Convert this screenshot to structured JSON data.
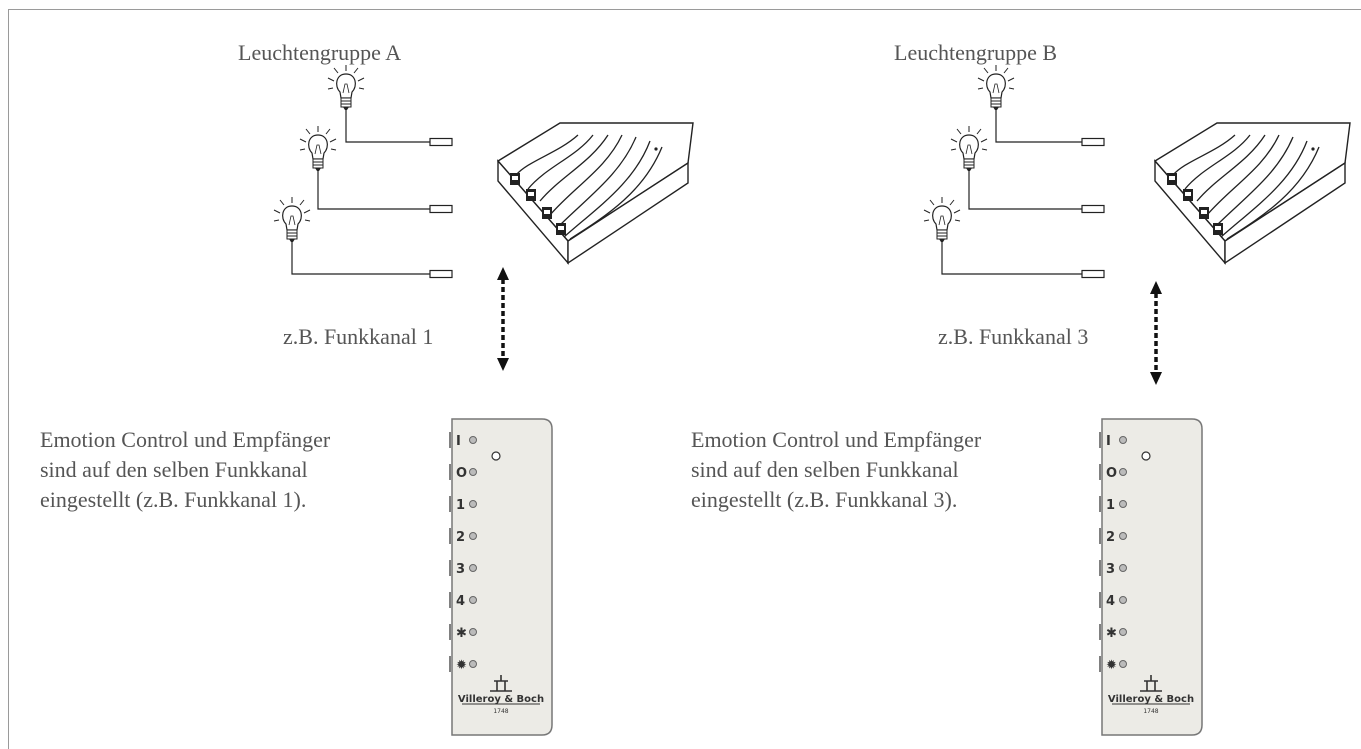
{
  "groups": [
    {
      "title": "Leuchtengruppe A",
      "channel_label": "z.B. Funkkanal 1",
      "description": [
        "Emotion Control und Empfänger",
        "sind auf den selben Funkkanal",
        "eingestellt (z.B. Funkkanal 1)."
      ]
    },
    {
      "title": "Leuchtengruppe B",
      "channel_label": "z.B. Funkkanal 3",
      "description": [
        "Emotion Control und Empfänger",
        "sind auf den selben Funkkanal",
        "eingestellt (z.B. Funkkanal 3)."
      ]
    }
  ],
  "remote_buttons": [
    "I",
    "O",
    "1",
    "2",
    "3",
    "4",
    "✱",
    "✹"
  ],
  "brand": {
    "name": "Villeroy & Boch",
    "year": "1748"
  },
  "colors": {
    "text": "#555555",
    "line": "#222222",
    "panel": "#ecebe6",
    "panel_border": "#777777"
  },
  "icons": [
    "light-bulb-icon",
    "receiver-box-icon",
    "remote-control-icon",
    "brand-logo-icon",
    "double-arrow-icon"
  ]
}
